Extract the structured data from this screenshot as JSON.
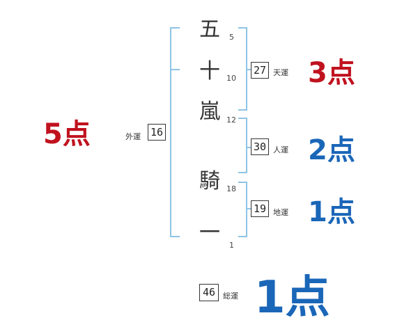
{
  "characters": [
    {
      "char": "五",
      "strokes": "5"
    },
    {
      "char": "十",
      "strokes": "10"
    },
    {
      "char": "嵐",
      "strokes": "12"
    },
    {
      "char": "騎",
      "strokes": "18"
    },
    {
      "char": "一",
      "strokes": "1"
    }
  ],
  "fortunes": {
    "ten": {
      "value": "27",
      "label": "天運",
      "score": "3点"
    },
    "jin": {
      "value": "30",
      "label": "人運",
      "score": "2点"
    },
    "chi": {
      "value": "19",
      "label": "地運",
      "score": "1点"
    },
    "gai": {
      "value": "16",
      "label": "外運",
      "score": "5点"
    },
    "so": {
      "value": "46",
      "label": "総運",
      "score": "1点"
    }
  },
  "colors": {
    "bracket": "#8ec3e6",
    "red": "#c0121f",
    "blue": "#1a66b8"
  }
}
